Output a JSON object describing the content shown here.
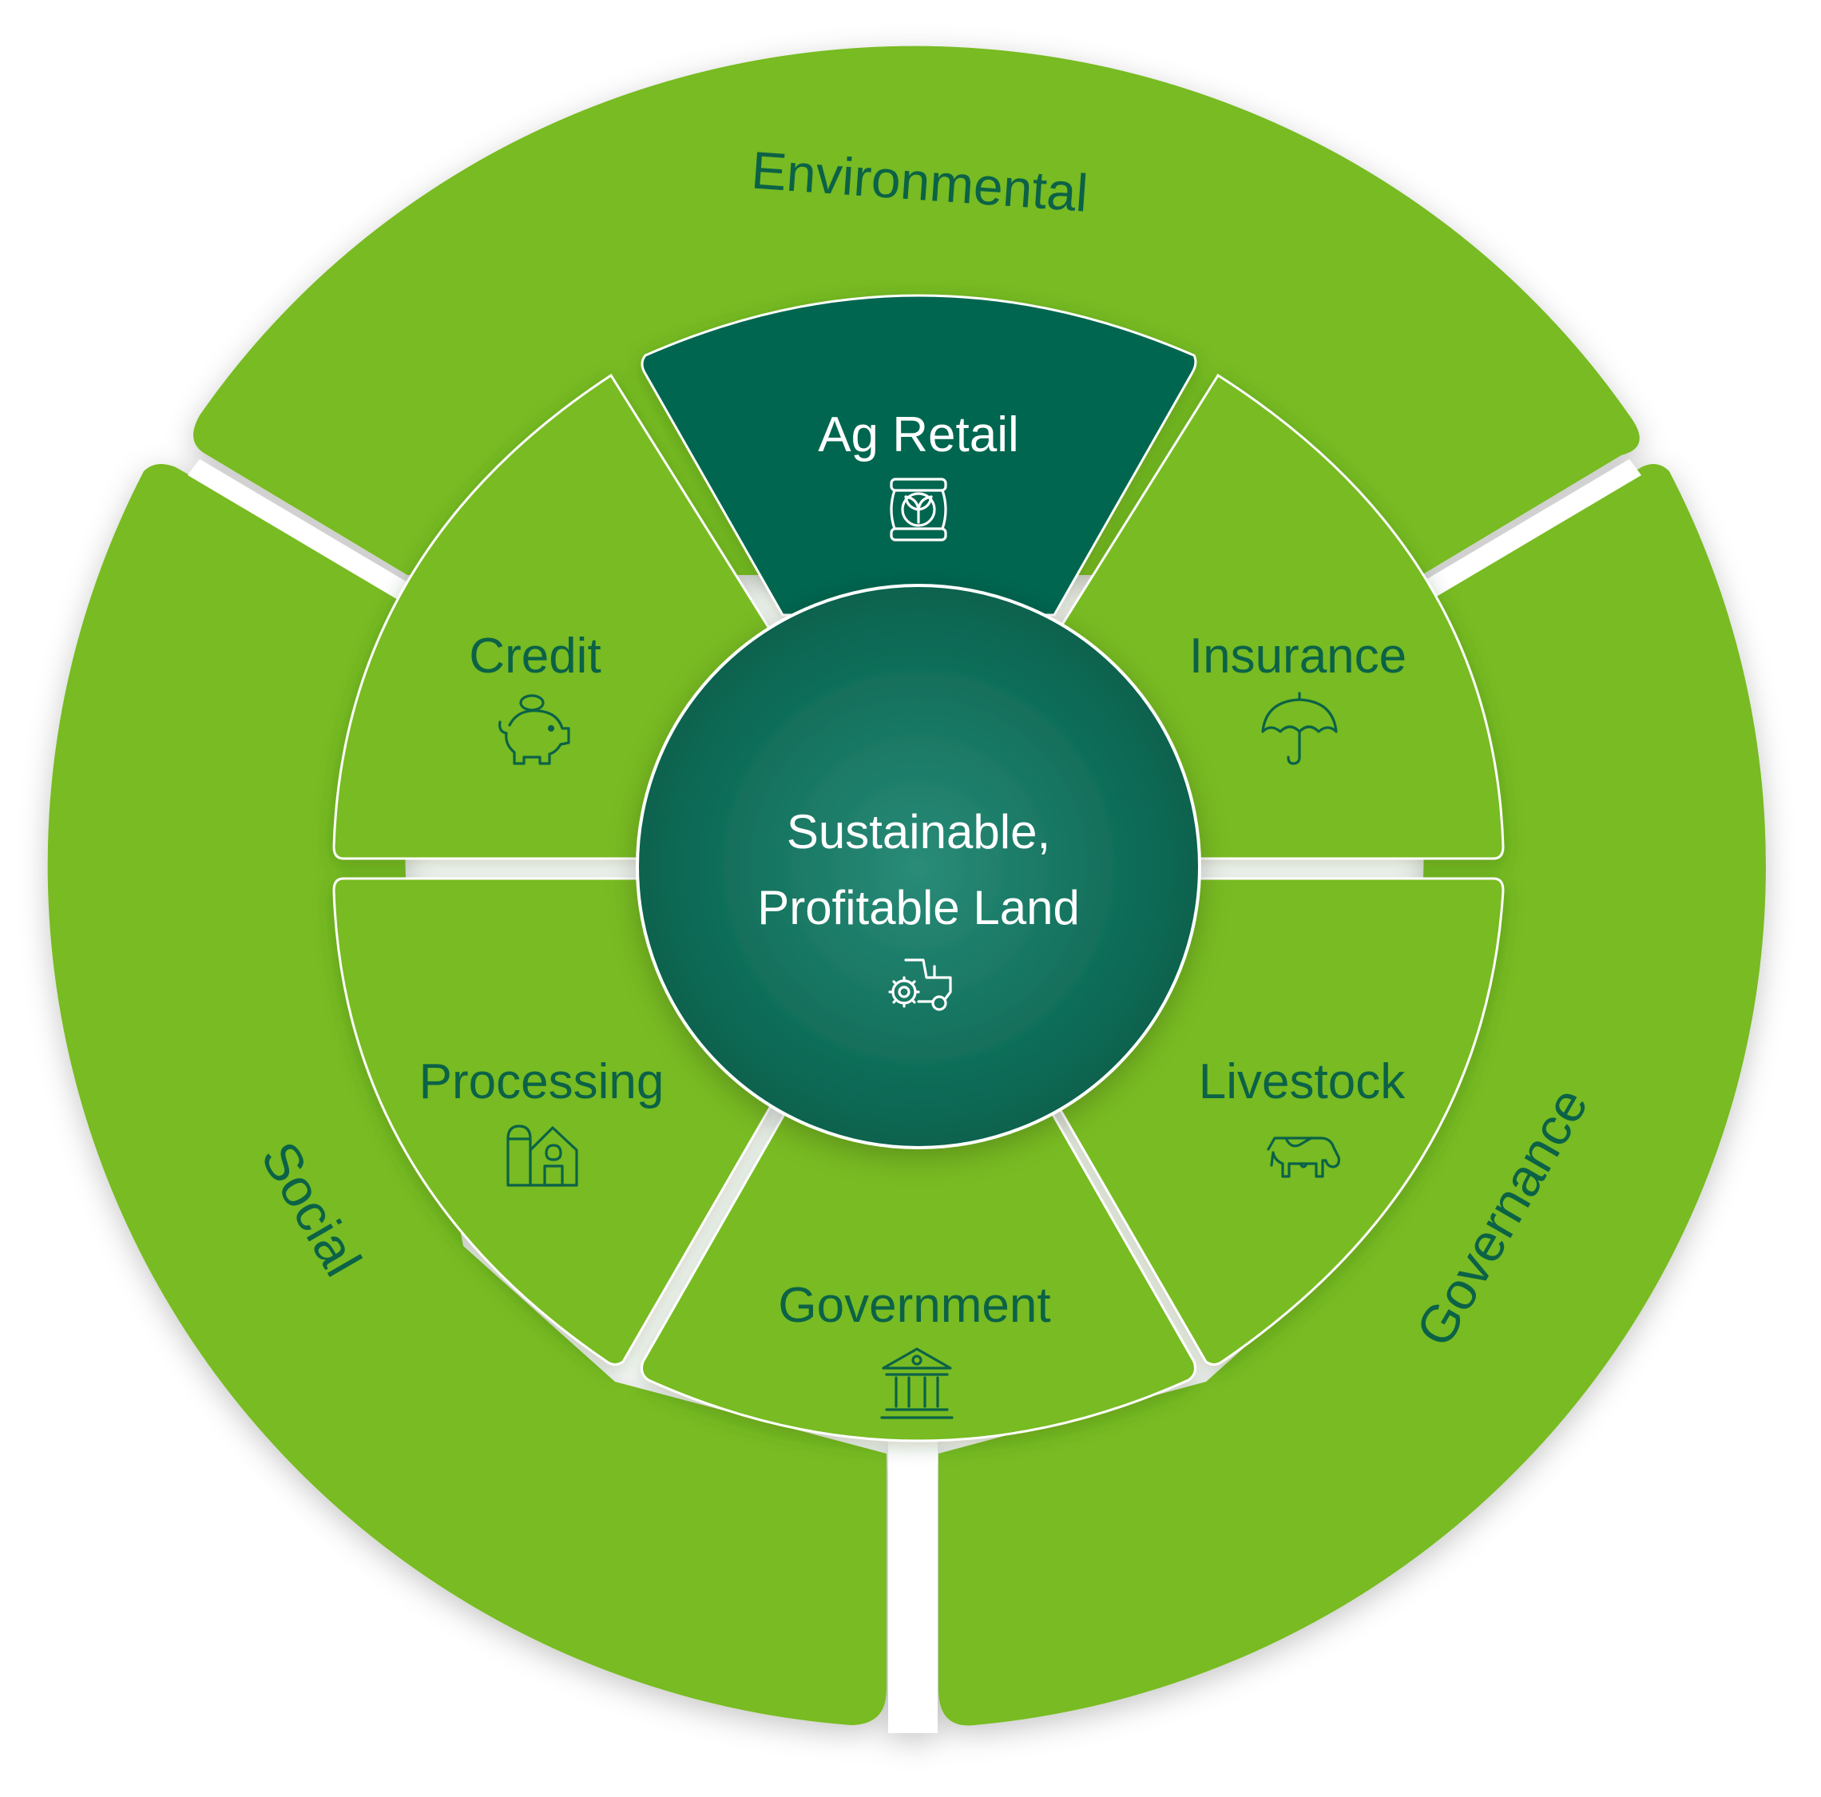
{
  "outer_ring": [
    {
      "label": "Environmental"
    },
    {
      "label": "Social"
    },
    {
      "label": "Governance"
    }
  ],
  "segments": [
    {
      "label": "Ag Retail",
      "icon": "fertilizer-bag-icon",
      "active": true
    },
    {
      "label": "Credit",
      "icon": "piggy-bank-icon",
      "active": false
    },
    {
      "label": "Insurance",
      "icon": "umbrella-icon",
      "active": false
    },
    {
      "label": "Processing",
      "icon": "barn-silo-icon",
      "active": false
    },
    {
      "label": "Livestock",
      "icon": "cow-icon",
      "active": false
    },
    {
      "label": "Government",
      "icon": "bank-building-icon",
      "active": false
    }
  ],
  "center": {
    "line1": "Sustainable,",
    "line2": "Profitable Land",
    "icon": "tractor-icon"
  },
  "colors": {
    "ring_green": "#78bb22",
    "dark_green": "#04664f",
    "label_green": "#0b6247"
  }
}
